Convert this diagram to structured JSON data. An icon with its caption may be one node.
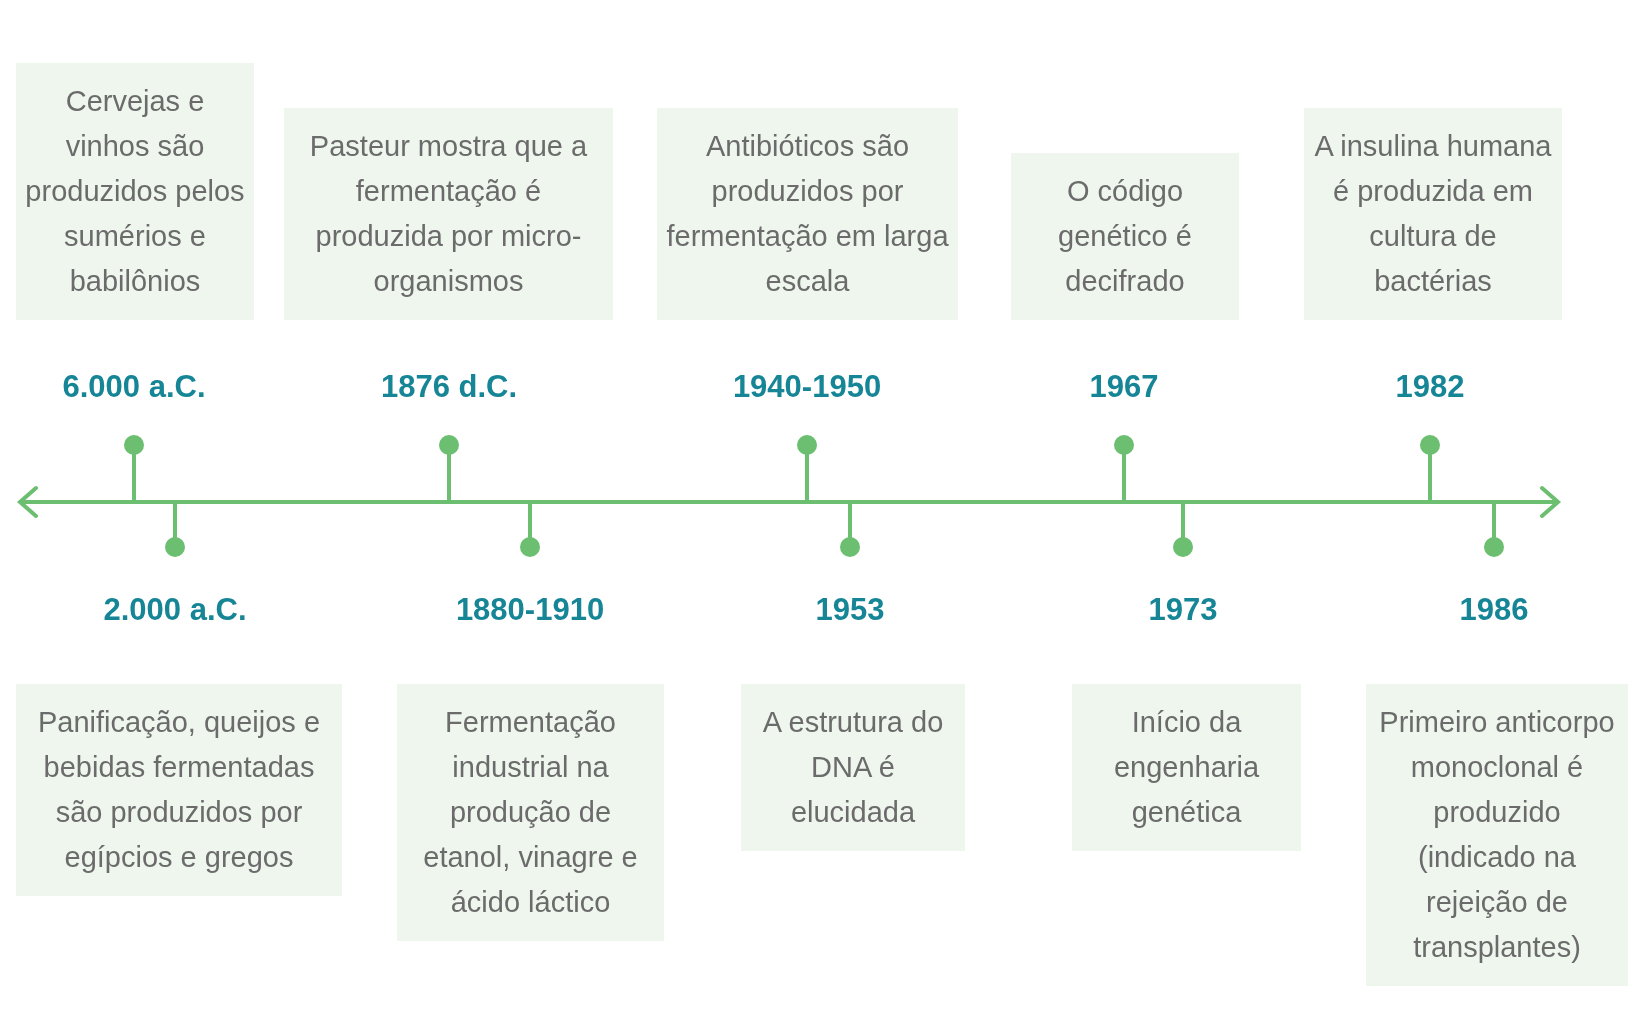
{
  "diagram": {
    "nodes": [
      {
        "text": [
          "Cervejas e vinhos são produzidos pelos sumérios e babilônios"
        ],
        "beside": [
          "6.000 a.C."
        ]
      },
      {
        "text": [
          "Panificação, queijos e bebidas fermentadas são produzidos por egípcios e gregos"
        ],
        "beside": [
          "2.000 a.C."
        ]
      },
      {
        "text": [
          "Pasteur mostra que a fermentação é produzida por micro-organismos"
        ],
        "beside": [
          "1876 d.C."
        ]
      },
      {
        "text": [
          "Fermentação industrial na produção de etanol, vinagre e ácido láctico"
        ],
        "beside": [
          "1880-1910"
        ]
      },
      {
        "text": [
          "Antibióticos são produzidos por fermentação em larga escala"
        ],
        "beside": [
          "1940-1950"
        ]
      },
      {
        "text": [
          "A estrutura do DNA é elucidada"
        ],
        "beside": [
          "1953"
        ]
      },
      {
        "text": [
          "O código genético é decifrado"
        ],
        "beside": [
          "1967"
        ]
      },
      {
        "text": [
          "Início da engenharia genética"
        ],
        "beside": [
          "1973"
        ]
      },
      {
        "text": [
          "A insulina humana é produzida em cultura de bactérias"
        ],
        "beside": [
          "1982"
        ]
      },
      {
        "text": [
          "Primeiro anticorpo monoclonal é produzido (indicado na rejeição de transplantes)"
        ],
        "beside": [
          "1986"
        ]
      }
    ],
    "edges": []
  }
}
